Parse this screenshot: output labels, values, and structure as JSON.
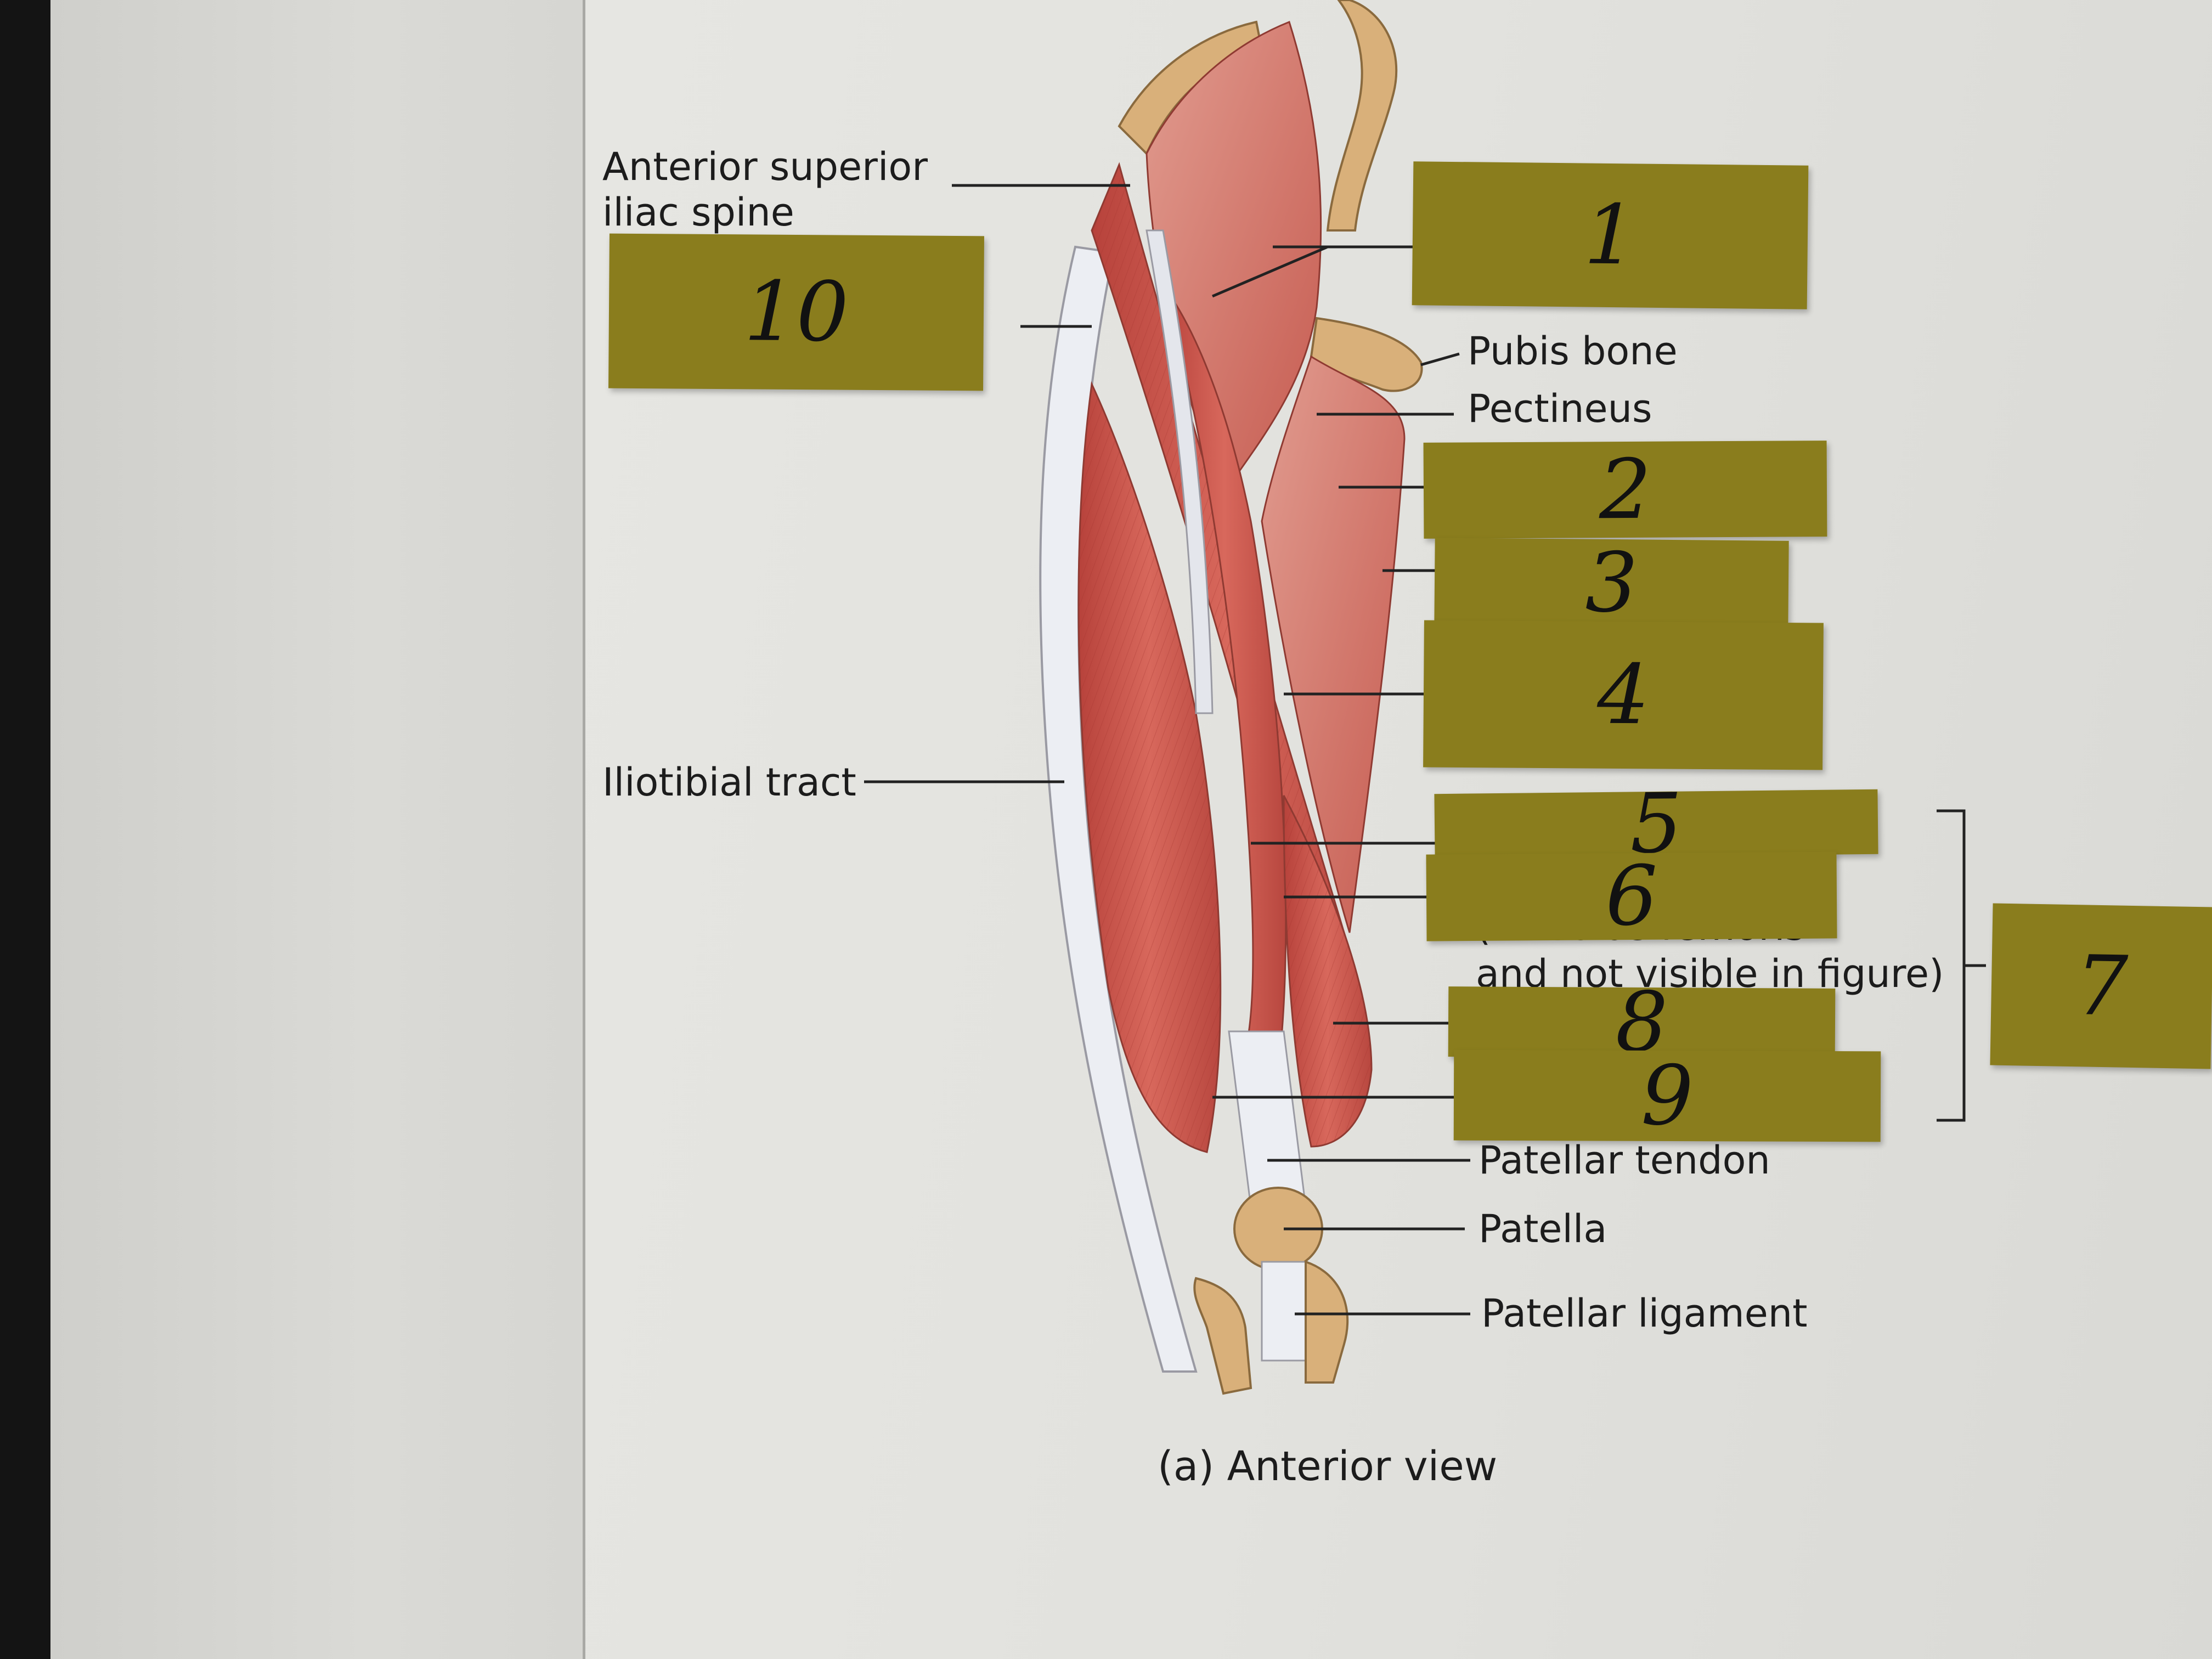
{
  "labels": {
    "asis_line1": "Anterior superior",
    "asis_line2": "iliac spine",
    "pubis": "Pubis bone",
    "pectineus": "Pectineus",
    "iliotibial": "Iliotibial tract",
    "partial_line1": "(…rectus femoris",
    "partial_line2": "and not visible in figure)",
    "patellar_tendon": "Patellar tendon",
    "patella": "Patella",
    "patellar_ligament": "Patellar ligament"
  },
  "caption": "(a) Anterior view",
  "sticky_notes": {
    "n1": "1",
    "n2": "2",
    "n3": "3",
    "n4": "4",
    "n5": "5",
    "n6": "6",
    "n7": "7",
    "n8": "8",
    "n9": "9",
    "n10": "10"
  },
  "colors": {
    "sticky": "#8a7d1d",
    "muscle": "#c9544a",
    "tendon": "#e4e6ec",
    "bone": "#d9b07a"
  }
}
